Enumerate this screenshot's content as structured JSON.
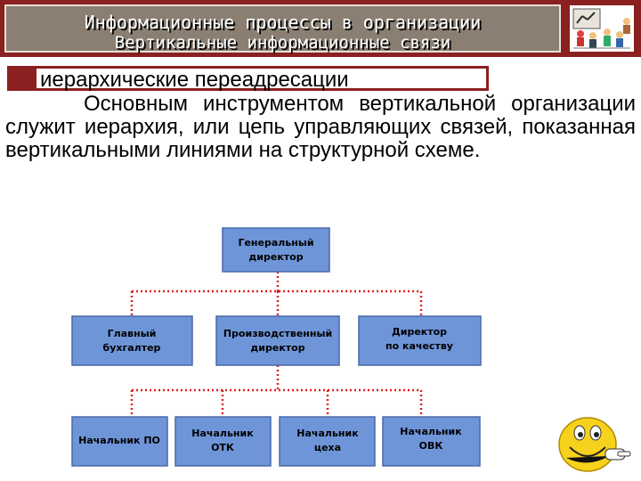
{
  "header": {
    "title": "Информационные процессы в организации",
    "subtitle": "Вертикальные информационные связи"
  },
  "section": {
    "title": "иерархические переадресации"
  },
  "body_text": "Основным инструментом вертикальной организации служит иерархия, или цепь управляющих связей, показанная вертикальными линиями на структурной схеме.",
  "colors": {
    "header_bg": "#8b2020",
    "header_panel": "#8a7f72",
    "box_fill": "#6f95d9",
    "connector": "#e02020"
  },
  "diagram": {
    "root": [
      "Генеральный",
      "директор"
    ],
    "level2": [
      [
        "Главный",
        "бухгалтер"
      ],
      [
        "Производственный",
        "директор"
      ],
      [
        "Директор",
        "по качеству"
      ]
    ],
    "level3": [
      [
        "Начальник ПО"
      ],
      [
        "Начальник",
        "ОТК"
      ],
      [
        "Начальник",
        "цеха"
      ],
      [
        "Начальник",
        "ОВК"
      ]
    ]
  },
  "icons": {
    "logo": "people-logo-icon",
    "mascot": "smiley-pointing-hand-icon"
  }
}
